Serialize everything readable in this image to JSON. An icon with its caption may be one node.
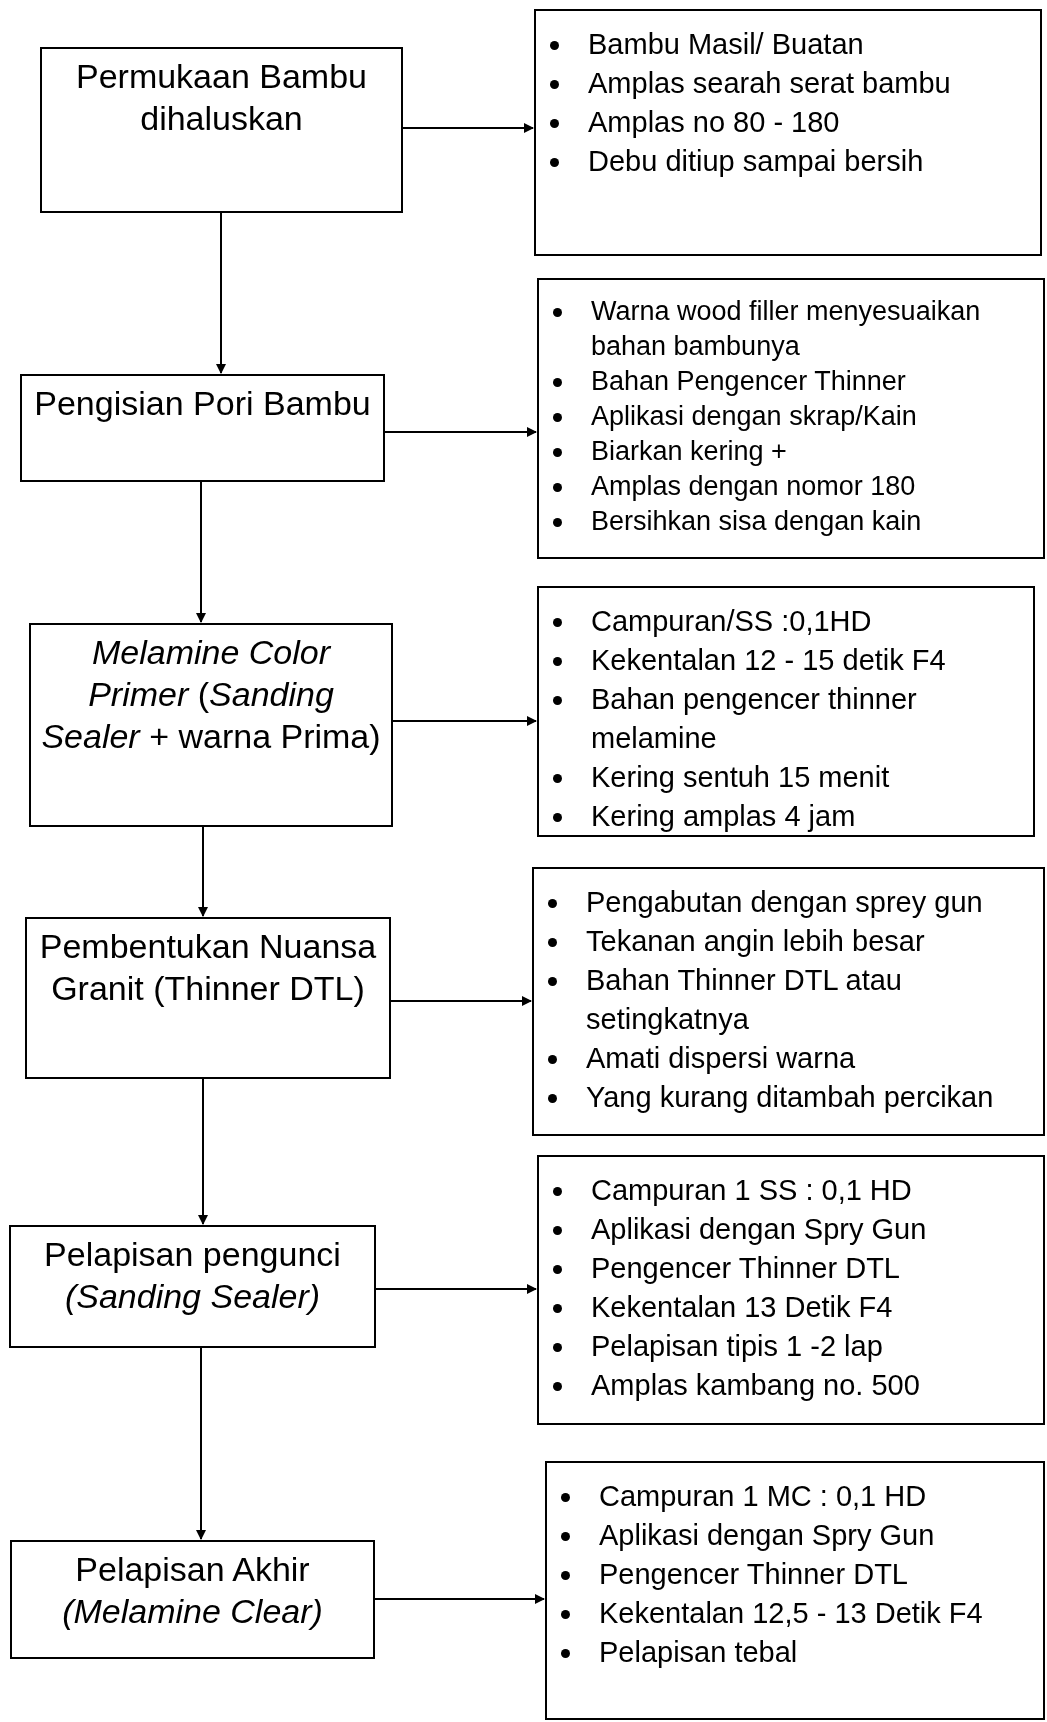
{
  "diagram": {
    "nodes": [
      {
        "text": [
          "Permukaan Bambu dihaluskan"
        ]
      },
      {
        "text": [
          "Pengisian Pori Bambu"
        ]
      },
      {
        "text": [
          "*Melamine Color Primer* (*Sanding Sealer* + warna Prima)"
        ]
      },
      {
        "text": [
          "Pembentukan Nuansa Granit (Thinner DTL)"
        ]
      },
      {
        "text": [
          "Pelapisan pengunci",
          "*(Sanding Sealer)*"
        ]
      },
      {
        "text": [
          "Pelapisan Akhir",
          "*(Melamine Clear)*"
        ]
      },
      {
        "text": [
          "Bambu Masil/ Buatan",
          "Amplas searah serat bambu",
          "Amplas no 80 - 180",
          "Debu ditiup sampai bersih"
        ]
      },
      {
        "text": [
          "Warna wood filler menyesuaikan bahan bambunya",
          "Bahan Pengencer Thinner",
          "Aplikasi dengan skrap/Kain",
          "Biarkan kering +",
          "Amplas dengan nomor 180",
          "Bersihkan sisa dengan kain"
        ]
      },
      {
        "text": [
          "Campuran/SS :0,1HD",
          "Kekentalan 12 - 15 detik F4",
          "Bahan pengencer thinner melamine",
          "Kering sentuh 15 menit",
          "Kering amplas 4 jam"
        ]
      },
      {
        "text": [
          "Pengabutan dengan sprey gun",
          "Tekanan angin lebih besar",
          "Bahan Thinner DTL atau setingkatnya",
          "Amati dispersi warna",
          "Yang kurang ditambah percikan"
        ]
      },
      {
        "text": [
          "Campuran 1 SS : 0,1 HD",
          "Aplikasi dengan Spry Gun",
          "Pengencer Thinner DTL",
          "Kekentalan  13 Detik F4",
          "Pelapisan tipis 1 -2 lap",
          "Amplas kambang no. 500"
        ]
      },
      {
        "text": [
          "Campuran 1 MC : 0,1 HD",
          "Aplikasi dengan Spry Gun",
          "Pengencer Thinner DTL",
          "Kekentalan  12,5 - 13 Detik F4",
          "Pelapisan tebal"
        ]
      }
    ],
    "edges": [
      {
        "from": 0,
        "to": 6,
        "arrow": "to"
      },
      {
        "from": 0,
        "to": 1,
        "arrow": "to"
      },
      {
        "from": 1,
        "to": 7,
        "arrow": "to"
      },
      {
        "from": 1,
        "to": 2,
        "arrow": "to"
      },
      {
        "from": 2,
        "to": 8,
        "arrow": "to"
      },
      {
        "from": 2,
        "to": 3,
        "arrow": "to"
      },
      {
        "from": 3,
        "to": 9,
        "arrow": "to"
      },
      {
        "from": 3,
        "to": 4,
        "arrow": "to"
      },
      {
        "from": 4,
        "to": 10,
        "arrow": "to"
      },
      {
        "from": 4,
        "to": 5,
        "arrow": "to"
      },
      {
        "from": 5,
        "to": 11,
        "arrow": "to"
      }
    ]
  }
}
